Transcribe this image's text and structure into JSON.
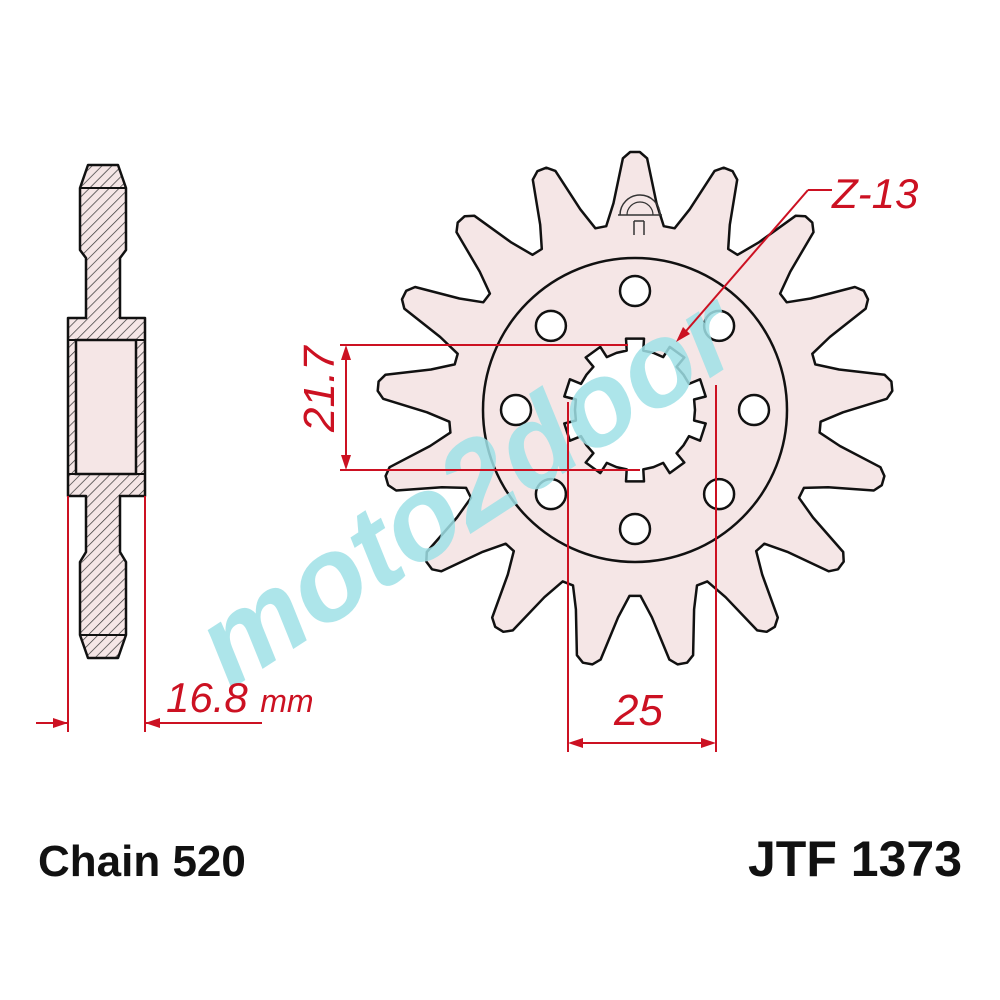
{
  "diagram": {
    "teeth_label": "Z-13",
    "spline_height_label": "21.7",
    "spline_width_label": "25",
    "offset_value": "16.8",
    "offset_unit": "mm",
    "chain_label": "Chain 520",
    "part_number": "JTF 1373",
    "watermark": "moto2door",
    "teeth_count": 17,
    "bolt_hole_count": 8
  },
  "colors": {
    "line": "#111111",
    "fill": "#f5e6e6",
    "dimension": "#cc1122",
    "hatch": "#333333",
    "watermark": "#9fe0e6"
  }
}
